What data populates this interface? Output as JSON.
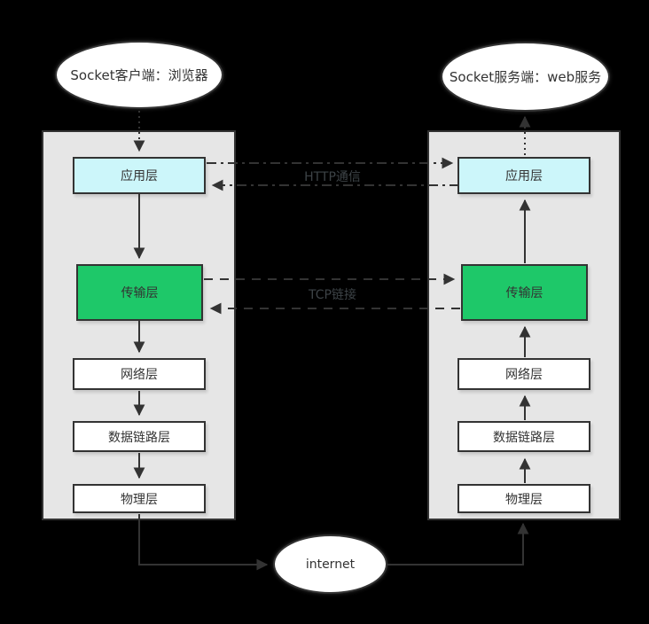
{
  "nodes": {
    "client": "Socket客户端：浏览器",
    "server": "Socket服务端：web服务",
    "internet": "internet"
  },
  "client_stack": {
    "layers": [
      {
        "label": "应用层"
      },
      {
        "label": "传输层"
      },
      {
        "label": "网络层"
      },
      {
        "label": "数据链路层"
      },
      {
        "label": "物理层"
      }
    ]
  },
  "server_stack": {
    "layers": [
      {
        "label": "应用层"
      },
      {
        "label": "传输层"
      },
      {
        "label": "网络层"
      },
      {
        "label": "数据链路层"
      },
      {
        "label": "物理层"
      }
    ]
  },
  "connections": {
    "http": {
      "label": "HTTP通信",
      "style": "dash-dot",
      "bidirectional": true
    },
    "tcp": {
      "label": "TCP链接",
      "style": "dashed",
      "bidirectional": true
    }
  },
  "colors": {
    "background": "#000000",
    "container_fill": "#e6e6e6",
    "box_fill": "#ffffff",
    "box_border": "#333333",
    "application_fill": "#ccf6fa",
    "transport_fill": "#1ec869",
    "line": "#333333",
    "text": "#333333",
    "connection_label": "#3d4347"
  }
}
